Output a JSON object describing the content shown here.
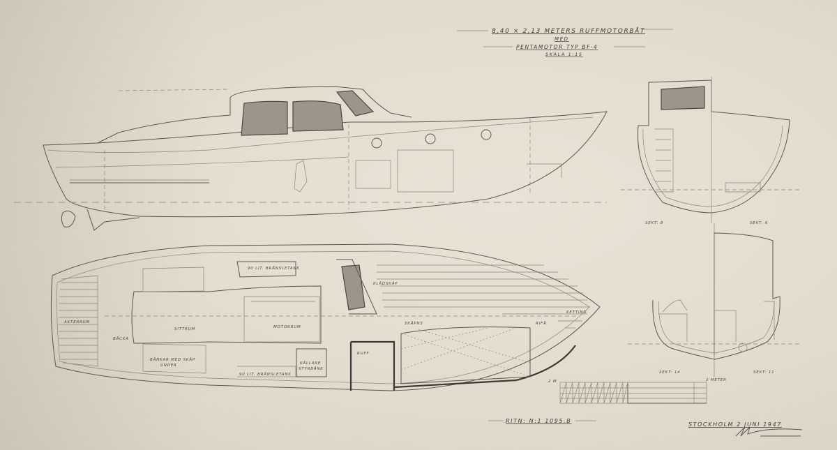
{
  "title_block": {
    "line1": "8,40 × 2,13 METERS RUFFMOTORBÅT",
    "line2": "MED",
    "line3": "PENTAMOTOR TYP BF-4",
    "line4": "SKALA 1:15"
  },
  "drawing_number": "RITN: N:1 1095.B",
  "place_date": "STOCKHOLM 2 JUNI 1947",
  "signature": "signature",
  "plan_labels": {
    "akterrum": "AKTERRUM",
    "backa": "BÄCKA",
    "sittrum": "SITTRUM",
    "motorrum": "MOTORRUM",
    "tank_port": "90 LIT. BRÄNSLETANK",
    "tank_stbd": "90 LIT. BRÄNSLETANK",
    "bankar": "BÄNKAR MED SKÅP",
    "bankar2": "UNDER",
    "kallare1": "KÄLLARE",
    "kallare2": "STYRBÄNK",
    "ruff": "RUFF",
    "kladskap": "KLÄDSKÅP",
    "skap": "SKÅPNS",
    "rifa": "RIFÅ",
    "kettink": "KETTING"
  },
  "sections": {
    "s8": "SEKT: 8",
    "s6": "SEKT: 6",
    "s14": "SEKT: 14",
    "s11": "SEKT: 11"
  },
  "scale_bar": {
    "start_label": "2 M",
    "end_label": "2 METER"
  }
}
